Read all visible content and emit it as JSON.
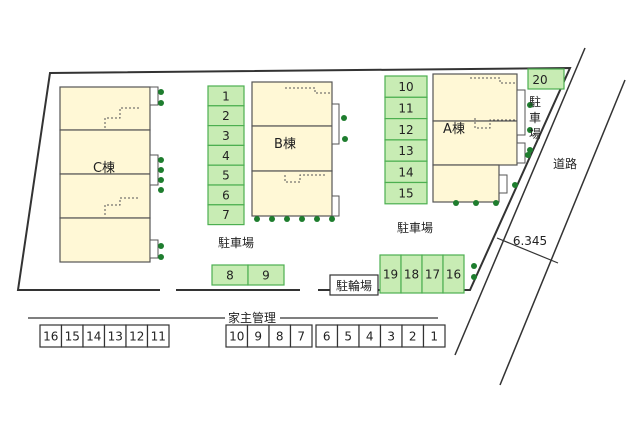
{
  "buildings": {
    "a": "A棟",
    "b": "B棟",
    "c": "C棟"
  },
  "labels": {
    "parking_center": "駐車場",
    "parking_right": "駐車場",
    "parking_vertical": "駐車場",
    "bicycle": "駐輪場",
    "road": "道路",
    "road_width": "6.345",
    "owner_managed": "家主管理"
  },
  "spaces": {
    "b_column": [
      "1",
      "2",
      "3",
      "4",
      "5",
      "6",
      "7"
    ],
    "a_column": [
      "10",
      "11",
      "12",
      "13",
      "14",
      "15"
    ],
    "bottom_middle": [
      "8",
      "9"
    ],
    "bottom_right": [
      "19",
      "18",
      "17",
      "16"
    ],
    "corner": "20"
  },
  "owner_lots": {
    "left": [
      "16",
      "15",
      "14",
      "13",
      "12",
      "11"
    ],
    "middle": [
      "10",
      "9",
      "8",
      "7"
    ],
    "right": [
      "6",
      "5",
      "4",
      "3",
      "2",
      "1"
    ]
  },
  "colors": {
    "space_fill": "#c8ecb4",
    "space_stroke": "#4caf50",
    "building_fill": "#fff8d6",
    "building_stroke": "#555555",
    "shrub": "#1e7d2e"
  }
}
